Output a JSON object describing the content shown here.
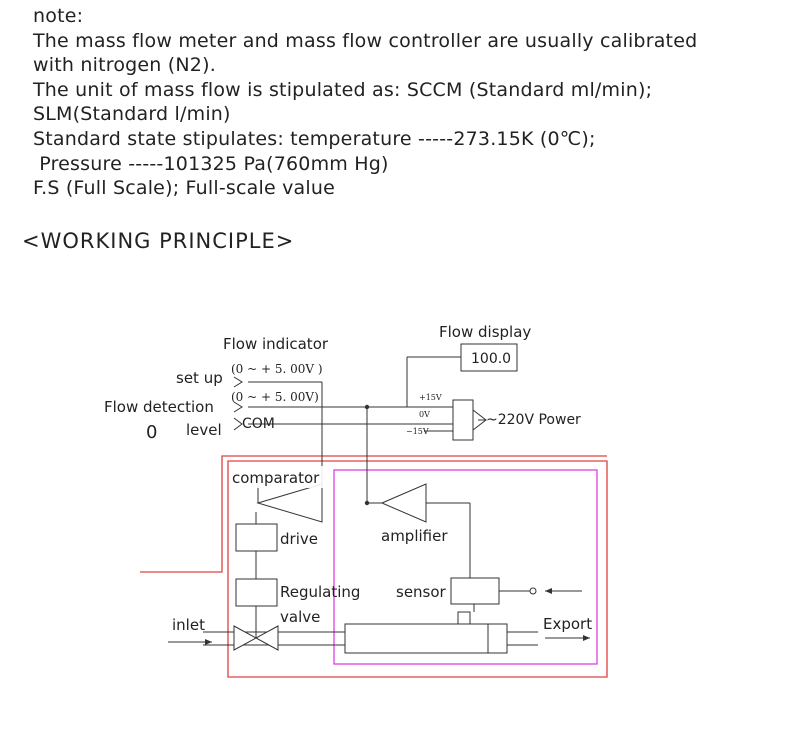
{
  "note": {
    "lines": [
      "note:",
      "The mass flow meter and mass flow controller are usually calibrated",
      "with nitrogen (N2).",
      "The unit of mass flow is stipulated as: SCCM (Standard ml/min);",
      "SLM(Standard l/min)",
      "Standard state stipulates: temperature -----273.15K (0℃);",
      " Pressure -----101325 Pa(760mm Hg)",
      "F.S (Full Scale); Full-scale value"
    ]
  },
  "section_heading": "<WORKING PRINCIPLE>",
  "diagram": {
    "flow_display_label": "Flow display",
    "flow_display_value": "100.0",
    "flow_indicator_label": "Flow indicator",
    "set_up_label": "set up",
    "set_up_range": "(0 ~ + 5. 00V )",
    "flow_detection_label": "Flow detection",
    "flow_detection_range": "(0 ~ + 5. 00V)",
    "zero_label": "0",
    "level_label": "level",
    "com_label": "COM",
    "plus15_label": "+15V",
    "zero_v_label": "0V",
    "minus15_label": "−15V",
    "power_label": "~220V Power",
    "comparator_label": "comparator",
    "drive_label": "drive",
    "amplifier_label": "amplifier",
    "regulating_label": "Regulating",
    "valve_label": "valve",
    "sensor_label": "sensor",
    "inlet_label": "inlet",
    "export_label": "Export",
    "colors": {
      "red_frame": "#e04040",
      "magenta_frame": "#e040e0",
      "line": "#333333"
    }
  }
}
